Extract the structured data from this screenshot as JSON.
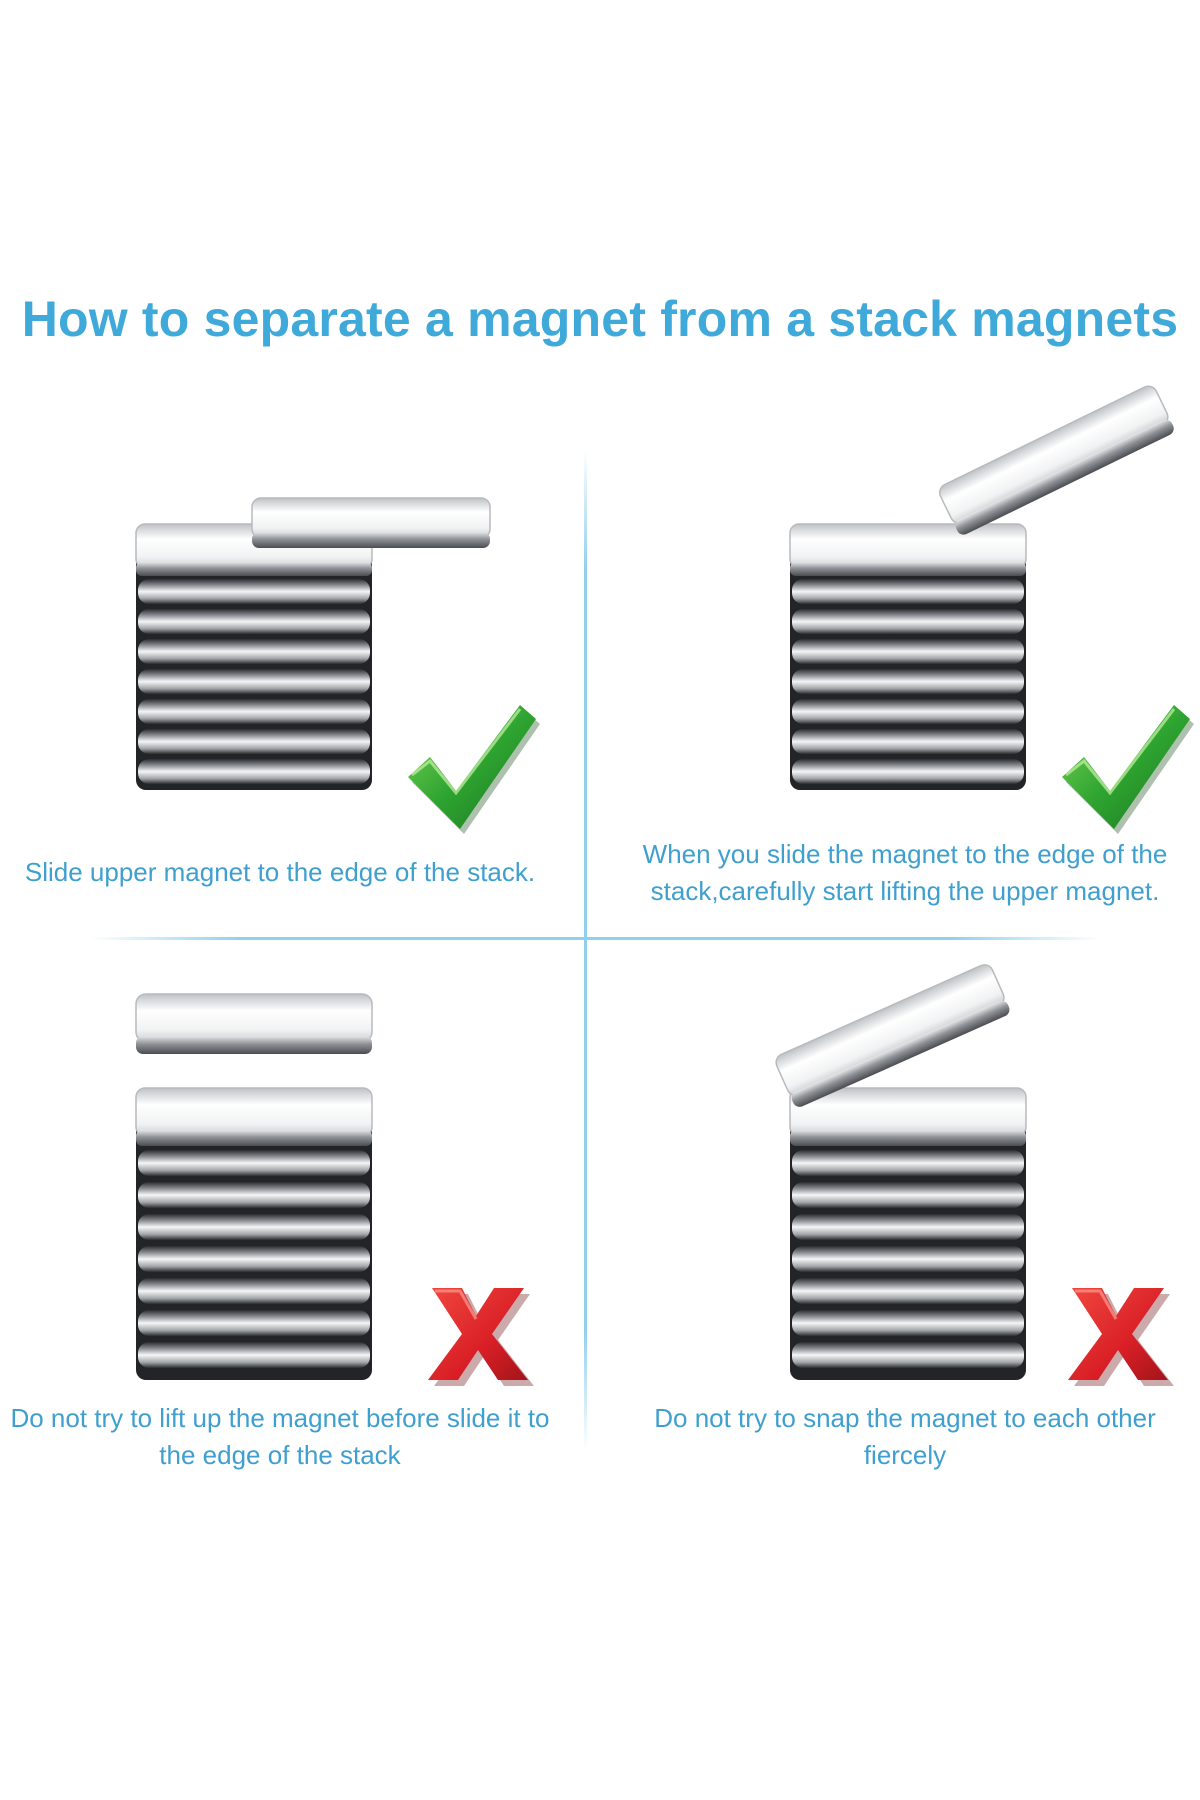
{
  "title": "How to separate a magnet from a stack magnets",
  "colors": {
    "title": "#3fa9d9",
    "caption": "#3f9fcf",
    "divider": "#8fd0ec",
    "check_green": "#2fa531",
    "cross_red": "#d91f26"
  },
  "panels": [
    {
      "caption": "Slide upper magnet to the edge of the stack.",
      "action": "slide",
      "result": "correct",
      "result_icon": "check-icon"
    },
    {
      "caption": "When you slide the magnet to the edge of the stack,carefully start lifting the upper magnet.",
      "action": "tilt-lift",
      "result": "correct",
      "result_icon": "check-icon"
    },
    {
      "caption": "Do not try to lift up the magnet before slide it to the edge of the stack",
      "action": "lift",
      "result": "incorrect",
      "result_icon": "cross-icon"
    },
    {
      "caption": "Do not try to snap the magnet to each other fiercely",
      "action": "snap",
      "result": "incorrect",
      "result_icon": "cross-icon"
    }
  ]
}
